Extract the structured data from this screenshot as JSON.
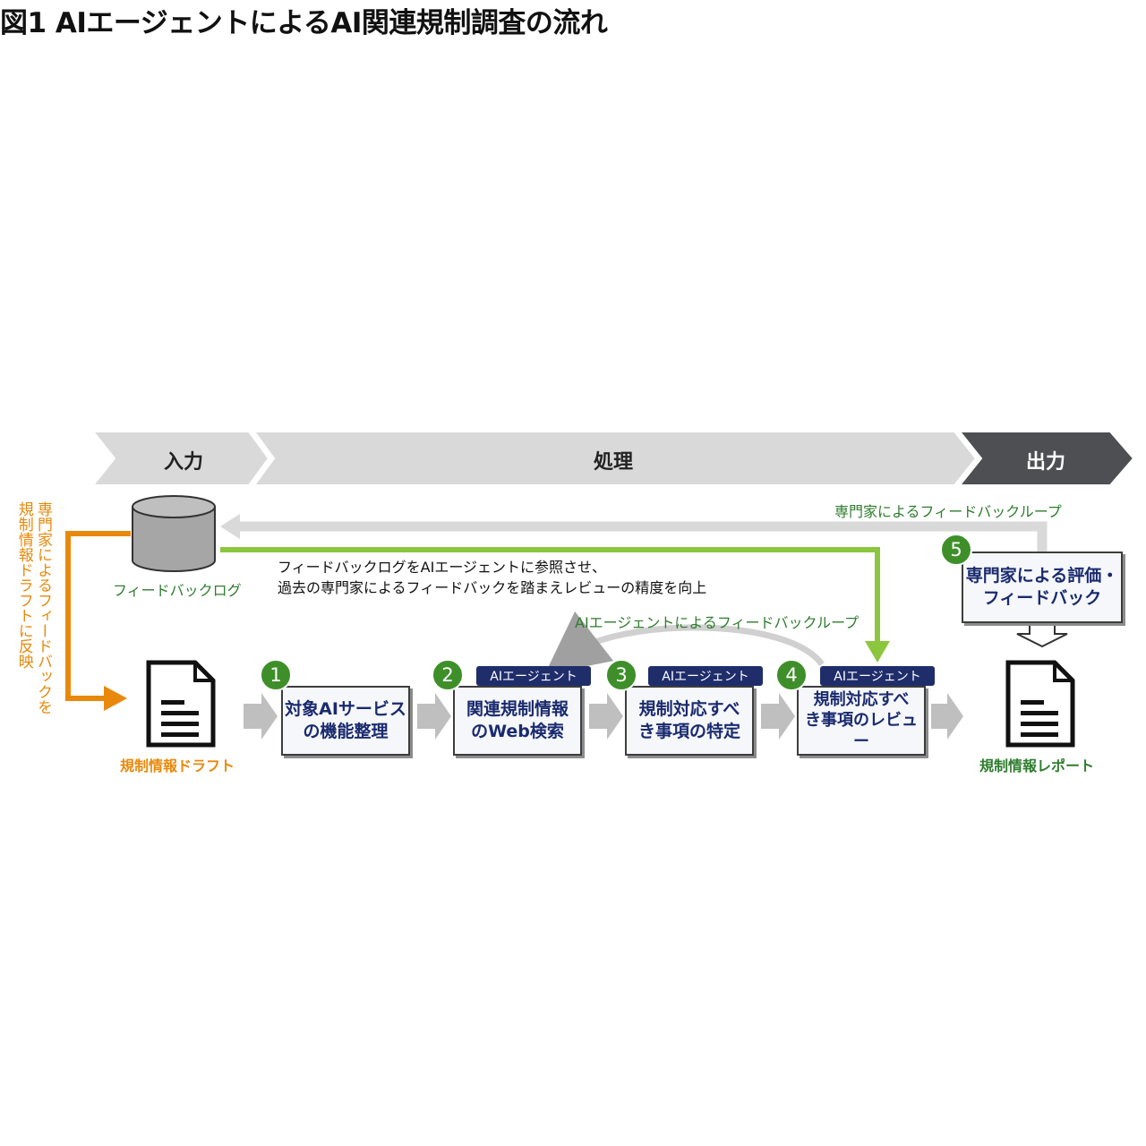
{
  "title": "図1 AIエージェントによるAI関連規制調査の流れ",
  "phases": {
    "input": "入力",
    "process": "処理",
    "output": "出力"
  },
  "labels": {
    "feedback_log": "フィードバックログ",
    "draft": "規制情報ドラフト",
    "report": "規制情報レポート",
    "left_vertical": "専門家によるフィードバックを\n規制情報ドラフトに反映",
    "expert_loop": "専門家によるフィードバックループ",
    "ai_loop": "AIエージェントによるフィードバックループ",
    "note_line1": "フィードバックログをAIエージェントに参照させ、",
    "note_line2": "過去の専門家によるフィードバックを踏まえレビューの精度を向上"
  },
  "agent_tag": "AIエージェント",
  "steps": [
    {
      "num": "1",
      "text": "対象AIサービス\nの機能整理",
      "agent": false
    },
    {
      "num": "2",
      "text": "関連規制情報\nのWeb検索",
      "agent": true
    },
    {
      "num": "3",
      "text": "規制対応すべ\nき事項の特定",
      "agent": true
    },
    {
      "num": "4",
      "text": "規制対応すべ\nき事項のレビュー",
      "agent": true
    },
    {
      "num": "5",
      "text": "専門家による評価・\nフィードバック",
      "agent": false
    }
  ],
  "colors": {
    "orange": "#e8890c",
    "green_line": "#8cc63f",
    "green_text": "#2e7d2e",
    "navy": "#1f2d6b",
    "phase_gray": "#d9d9d9",
    "phase_dark": "#4d4f52"
  }
}
